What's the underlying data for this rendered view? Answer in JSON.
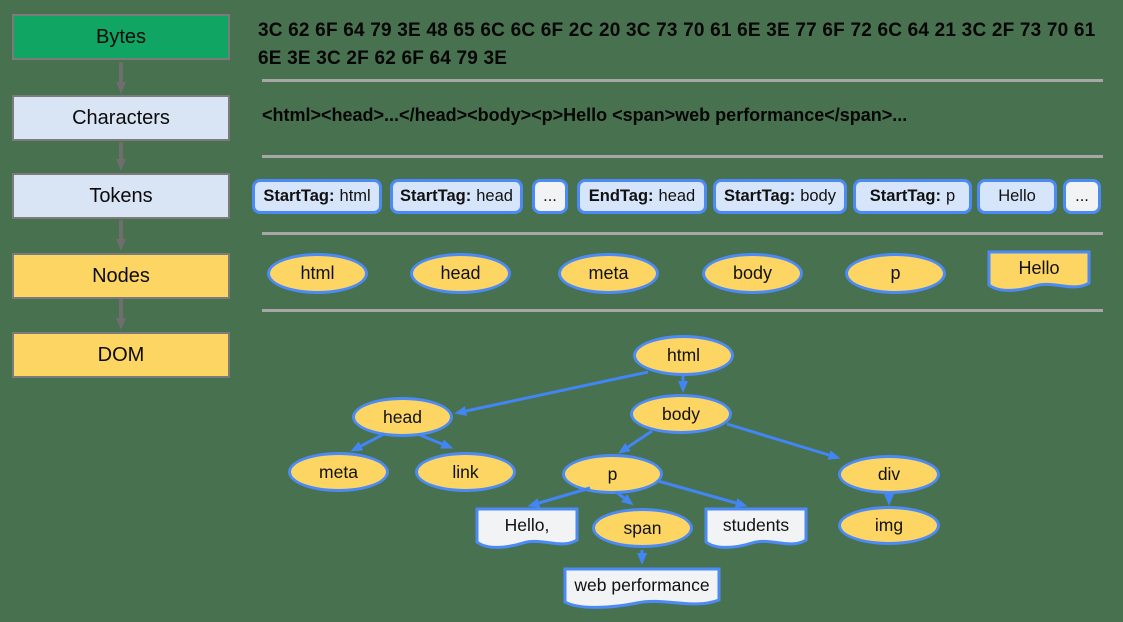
{
  "pipeline": {
    "stages": [
      {
        "label": "Bytes"
      },
      {
        "label": "Characters"
      },
      {
        "label": "Tokens"
      },
      {
        "label": "Nodes"
      },
      {
        "label": "DOM"
      }
    ]
  },
  "bytes": {
    "line1": "3C 62 6F 64 79 3E 48 65 6C 6C 6F 2C 20 3C 73 70 61 6E 3E 77 6F 72 6C 64 21 3C 2F 73 70 61",
    "line2": "6E 3E 3C 2F 62 6F 64 79 3E"
  },
  "characters": {
    "text": "<html><head>...</head><body><p>Hello <span>web performance</span>..."
  },
  "tokens": {
    "items": [
      {
        "prefix": "StartTag:",
        "text": "html"
      },
      {
        "prefix": "StartTag:",
        "text": "head"
      },
      {
        "prefix": "",
        "text": "..."
      },
      {
        "prefix": "EndTag:",
        "text": "head"
      },
      {
        "prefix": "StartTag:",
        "text": "body"
      },
      {
        "prefix": "StartTag:",
        "text": "p"
      },
      {
        "prefix": "",
        "text": "Hello"
      },
      {
        "prefix": "",
        "text": "..."
      }
    ]
  },
  "nodes": {
    "items": [
      "html",
      "head",
      "meta",
      "body",
      "p"
    ],
    "text_node": "Hello"
  },
  "dom_tree": {
    "elements": {
      "html": "html",
      "head": "head",
      "body": "body",
      "meta": "meta",
      "link": "link",
      "p": "p",
      "div": "div",
      "span": "span",
      "img": "img"
    },
    "text_nodes": {
      "hello": "Hello,",
      "students": "students",
      "web_performance": "web performance"
    },
    "edges": [
      [
        "html",
        "head"
      ],
      [
        "html",
        "body"
      ],
      [
        "head",
        "meta"
      ],
      [
        "head",
        "link"
      ],
      [
        "body",
        "p"
      ],
      [
        "body",
        "div"
      ],
      [
        "p",
        "Hello,"
      ],
      [
        "p",
        "span"
      ],
      [
        "p",
        "students"
      ],
      [
        "span",
        "web performance"
      ],
      [
        "div",
        "img"
      ]
    ]
  },
  "colors": {
    "background": "#48714F",
    "stage_green": "#11A563",
    "stage_blue": "#D9E4F5",
    "stage_yellow": "#FCD563",
    "node_border_blue": "#4C8BF5",
    "token_fill": "#D7E5FB",
    "ellipsis_fill": "#F1F3F4",
    "text_node_fill": "#F1F3F4",
    "arrow_blue": "#4285F4",
    "arrow_gray": "#6E6E6E",
    "divider_gray": "#A7A7A7",
    "gray_border": "#7B7B7B"
  }
}
